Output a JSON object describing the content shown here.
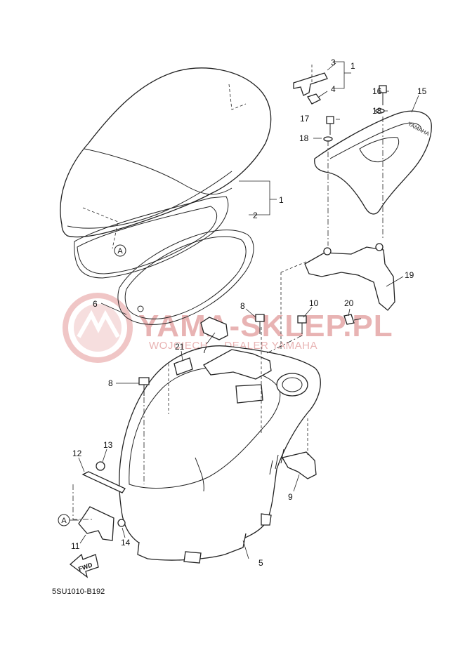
{
  "watermark": {
    "brand": "YAMA-SKLEP.PL",
    "subline": "WOJCIECH ... DEALER YAMAHA",
    "colors": {
      "watermark": "#e8b3b3"
    }
  },
  "diagram_code": "5SU1010-B192",
  "fwd_label": "FWD",
  "ref_marker": "A",
  "stamp_text": "YAMAHA",
  "callouts": [
    {
      "id": "c1a",
      "label": "1"
    },
    {
      "id": "c3",
      "label": "3"
    },
    {
      "id": "c4",
      "label": "4"
    },
    {
      "id": "c1b",
      "label": "1"
    },
    {
      "id": "c2",
      "label": "2"
    },
    {
      "id": "c5",
      "label": "5"
    },
    {
      "id": "c6",
      "label": "6"
    },
    {
      "id": "c7",
      "label": "7"
    },
    {
      "id": "c8a",
      "label": "8"
    },
    {
      "id": "c8b",
      "label": "8"
    },
    {
      "id": "c9",
      "label": "9"
    },
    {
      "id": "c10",
      "label": "10"
    },
    {
      "id": "c11",
      "label": "11"
    },
    {
      "id": "c12",
      "label": "12"
    },
    {
      "id": "c13",
      "label": "13"
    },
    {
      "id": "c14",
      "label": "14"
    },
    {
      "id": "c15",
      "label": "15"
    },
    {
      "id": "c16",
      "label": "16"
    },
    {
      "id": "c17",
      "label": "17"
    },
    {
      "id": "c18a",
      "label": "18"
    },
    {
      "id": "c18b",
      "label": "18"
    },
    {
      "id": "c19",
      "label": "19"
    },
    {
      "id": "c20",
      "label": "20"
    },
    {
      "id": "c21",
      "label": "21"
    }
  ]
}
